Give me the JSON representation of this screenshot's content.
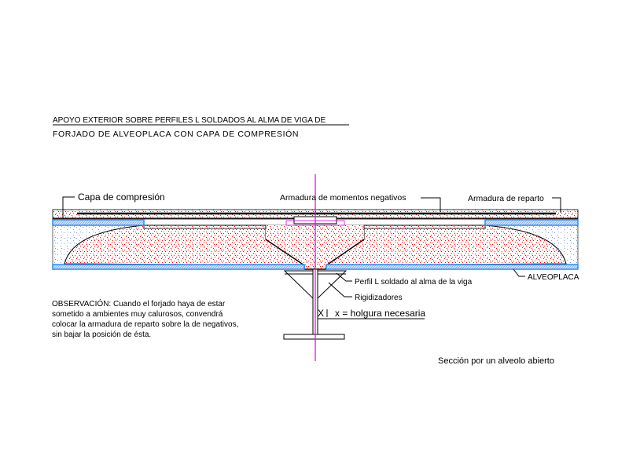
{
  "title": {
    "line1": "APOYO EXTERIOR SOBRE PERFILES L SOLDADOS AL ALMA DE VIGA DE",
    "line2": "FORJADO DE ALVEOPLACA CON CAPA DE COMPRESIÓN"
  },
  "labels": {
    "capa": "Capa de compresión",
    "armadura_negativos": "Armadura de momentos negativos",
    "armadura_reparto": "Armadura de reparto",
    "alveoplaca": "ALVEOPLACA",
    "perfil": "Perfil L soldado al alma de la viga",
    "rigidizadores": "Rigidizadores",
    "x_mark": "X",
    "holgura": "x = holgura necesaria",
    "seccion": "Sección por un alveolo abierto"
  },
  "observacion": [
    "OBSERVACIÓN: Cuando el forjado haya de estar",
    "sometido a ambientes muy calurosos, convendrá",
    "colocar la armadura de reparto sobre la de negativos,",
    "sin bajar la posición de ésta."
  ],
  "colors": {
    "concrete_dots": "#ff0000",
    "precast_dots": "#6d8fe0",
    "blue_strip": "#1e90ff",
    "axis": "#e000e0"
  }
}
